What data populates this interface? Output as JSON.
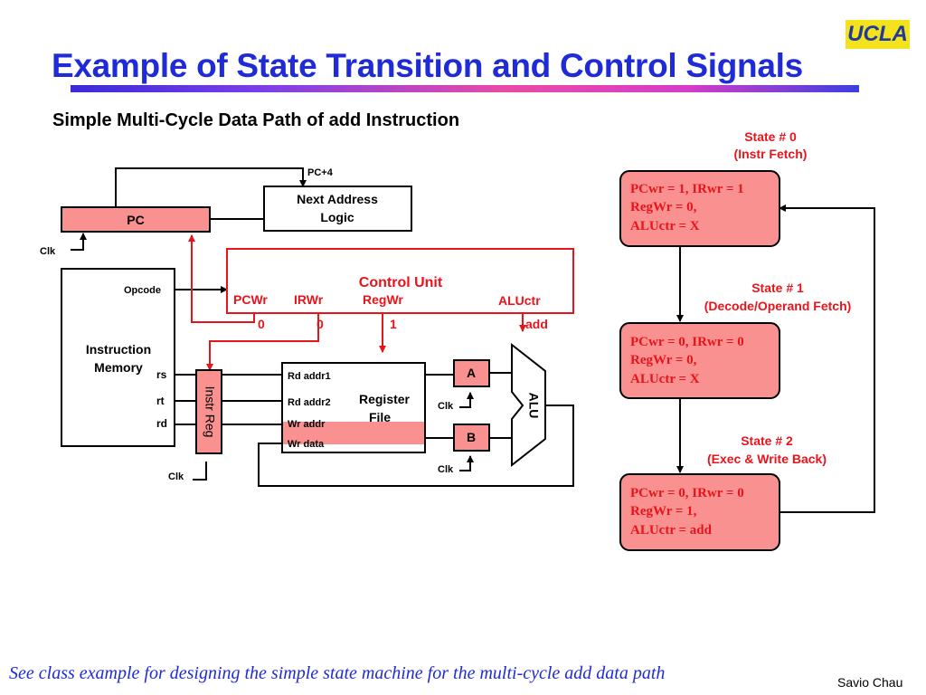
{
  "title": "Example of State Transition and Control Signals",
  "subtitle": "Simple Multi-Cycle Data Path of add Instruction",
  "logo": "UCLA",
  "footnote": "See class example for designing the simple state machine for the multi-cycle add data path",
  "author": "Savio Chau",
  "colors": {
    "title_blue": "#1f2bd6",
    "control_red": "#e8141c",
    "box_fill": "#f99190",
    "logo_yellow": "#f4e21c"
  },
  "datapath": {
    "pc_plus4": "PC+4",
    "next_address_logic": [
      "Next Address",
      "Logic"
    ],
    "pc": "PC",
    "clk": "Clk",
    "opcode": "Opcode",
    "instruction_memory": [
      "Instruction",
      "Memory"
    ],
    "rs": "rs",
    "rt": "rt",
    "rd": "rd",
    "instr_reg": "Instr Reg",
    "register_file": [
      "Register",
      "File"
    ],
    "rd_addr1": "Rd addr1",
    "rd_addr2": "Rd addr2",
    "wr_addr": "Wr addr",
    "wr_data": "Wr data",
    "reg_a": "A",
    "reg_b": "B",
    "alu": "ALU"
  },
  "control_unit": {
    "title": "Control Unit",
    "signals": [
      {
        "name": "PCWr",
        "value": "0"
      },
      {
        "name": "IRWr",
        "value": "0"
      },
      {
        "name": "RegWr",
        "value": "1"
      },
      {
        "name": "ALUctr",
        "value": "add"
      }
    ]
  },
  "states": [
    {
      "label": "State # 0",
      "desc": "(Instr Fetch)",
      "lines": [
        "PCwr = 1, IRwr = 1",
        "RegWr = 0,",
        "ALUctr = X"
      ]
    },
    {
      "label": "State # 1",
      "desc": "(Decode/Operand Fetch)",
      "lines": [
        "PCwr = 0, IRwr = 0",
        "RegWr = 0,",
        "ALUctr = X"
      ]
    },
    {
      "label": "State # 2",
      "desc": "(Exec & Write Back)",
      "lines": [
        "PCwr = 0, IRwr = 0",
        "RegWr = 1,",
        "ALUctr = add"
      ]
    }
  ]
}
